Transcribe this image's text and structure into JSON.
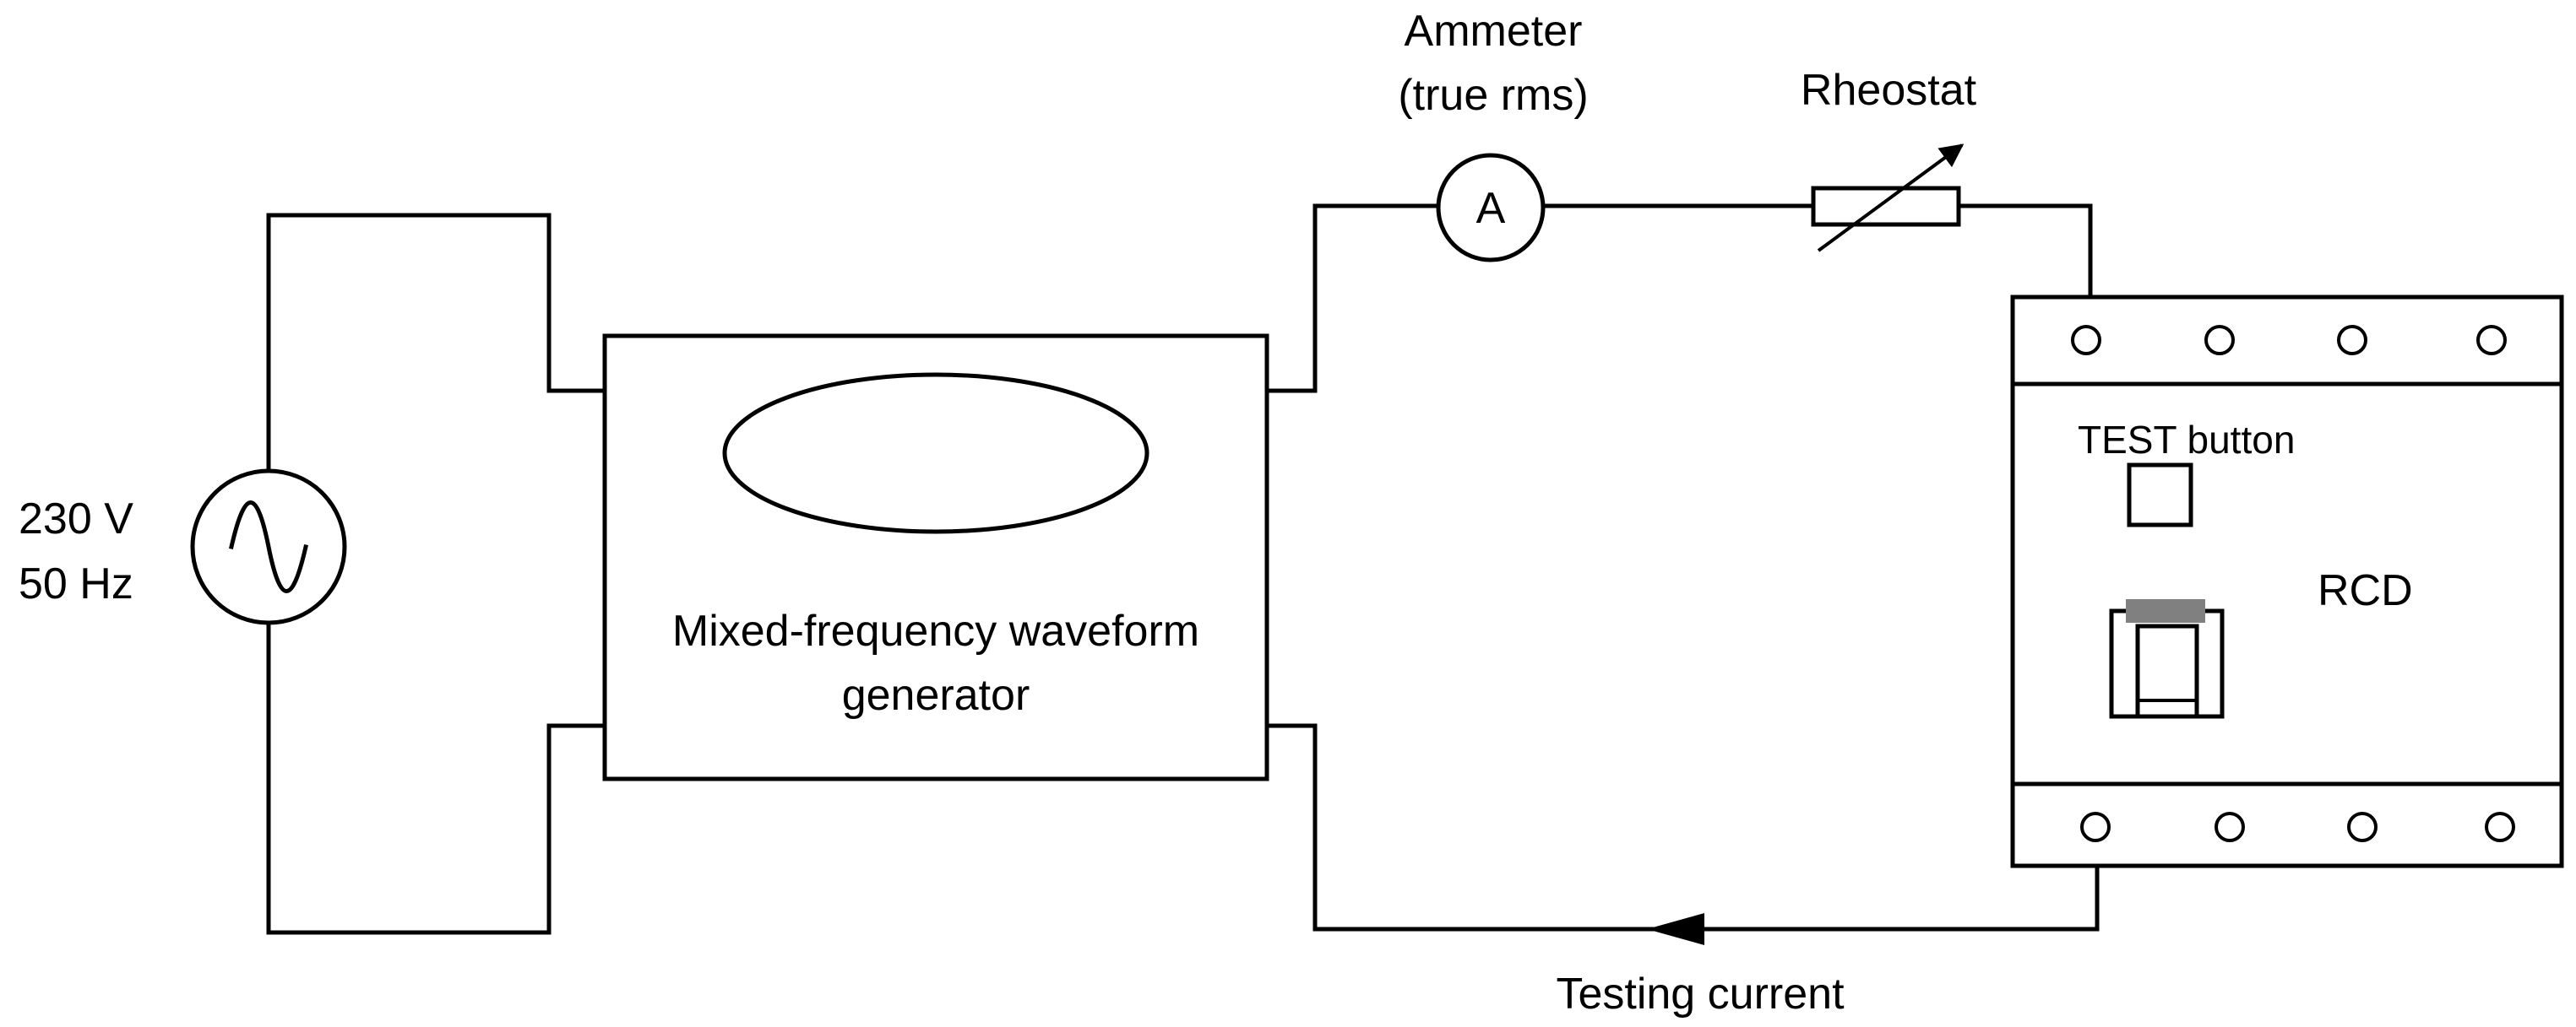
{
  "source": {
    "voltage": "230 V",
    "frequency": "50 Hz"
  },
  "generator": {
    "label_line1": "Mixed-frequency waveform",
    "label_line2": "generator"
  },
  "ammeter": {
    "symbol": "A",
    "label_line1": "Ammeter",
    "label_line2": "(true rms)"
  },
  "rheostat": {
    "label": "Rheostat"
  },
  "rcd": {
    "label": "RCD",
    "test_button_label": "TEST button"
  },
  "current": {
    "label": "Testing current"
  }
}
